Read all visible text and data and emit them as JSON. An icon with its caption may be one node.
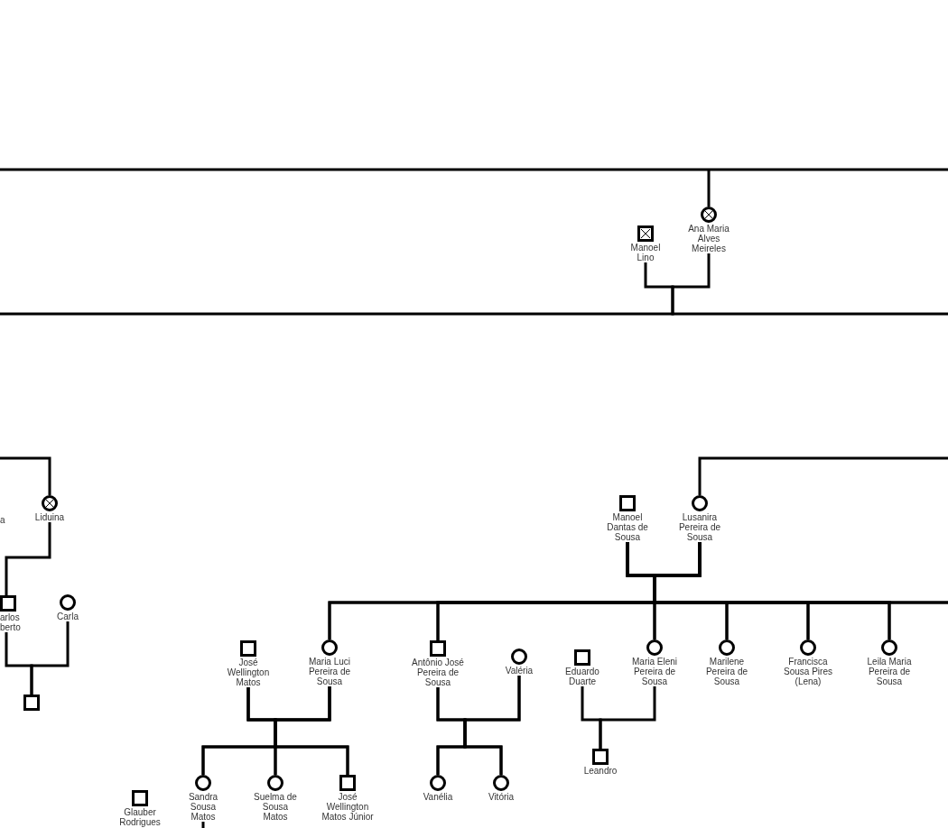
{
  "diagram": {
    "nodes": [
      {
        "text": [],
        "shape": "box",
        "beside": [
          "Manoel Lino"
        ]
      },
      {
        "text": [],
        "shape": "circle",
        "beside": [
          "Ana Maria Alves Meireles"
        ]
      },
      {
        "text": [],
        "shape": "circle",
        "beside": [
          "Liduina"
        ]
      },
      {
        "text": [],
        "shape": "box",
        "beside": [
          "Manoel Dantas de Sousa"
        ]
      },
      {
        "text": [],
        "shape": "circle",
        "beside": [
          "Lusanira Pereira de Sousa"
        ]
      },
      {
        "text": [],
        "shape": "box",
        "beside": [
          "arlos berto"
        ]
      },
      {
        "text": [],
        "shape": "circle",
        "beside": [
          "Carla"
        ]
      },
      {
        "text": [],
        "shape": "box",
        "beside": [
          "José Wellington Matos"
        ]
      },
      {
        "text": [],
        "shape": "circle",
        "beside": [
          "Maria Luci Pereira de Sousa"
        ]
      },
      {
        "text": [],
        "shape": "box",
        "beside": [
          "Antônio José Pereira de Sousa"
        ]
      },
      {
        "text": [],
        "shape": "circle",
        "beside": [
          "Valéria"
        ]
      },
      {
        "text": [],
        "shape": "box",
        "beside": [
          "Eduardo Duarte"
        ]
      },
      {
        "text": [],
        "shape": "circle",
        "beside": [
          "Maria Eleni Pereira de Sousa"
        ]
      },
      {
        "text": [],
        "shape": "circle",
        "beside": [
          "Marilene Pereira de Sousa"
        ]
      },
      {
        "text": [],
        "shape": "circle",
        "beside": [
          "Francisca Sousa Pires (Lena)"
        ]
      },
      {
        "text": [],
        "shape": "circle",
        "beside": [
          "Leila Maria Pereira de Sousa"
        ]
      },
      {
        "text": [],
        "shape": "box"
      },
      {
        "text": [],
        "shape": "box",
        "beside": [
          "Leandro"
        ]
      },
      {
        "text": [],
        "shape": "box",
        "beside": [
          "Glauber Rodrigues"
        ]
      },
      {
        "text": [],
        "shape": "circle",
        "beside": [
          "Sandra Sousa Matos"
        ]
      },
      {
        "text": [],
        "shape": "circle",
        "beside": [
          "Suelma de Sousa Matos"
        ]
      },
      {
        "text": [],
        "shape": "box",
        "beside": [
          "José Wellington Matos Júnior"
        ]
      },
      {
        "text": [],
        "shape": "circle",
        "beside": [
          "Vanélia"
        ]
      },
      {
        "text": [],
        "shape": "circle",
        "beside": [
          "Vitória"
        ]
      }
    ],
    "edges": [
      {
        "from": null,
        "to": 1,
        "arrow": "none"
      },
      {
        "from": 0,
        "to": null,
        "arrow": "none"
      },
      {
        "from": 1,
        "to": null,
        "arrow": "none"
      },
      {
        "from": null,
        "to": 2,
        "arrow": "none"
      },
      {
        "from": 2,
        "to": 5,
        "arrow": "none"
      },
      {
        "from": null,
        "to": 4,
        "arrow": "none"
      },
      {
        "from": 3,
        "to": 8,
        "arrow": "none"
      },
      {
        "from": 4,
        "to": 8,
        "arrow": "none"
      },
      {
        "from": 3,
        "to": 9,
        "arrow": "none"
      },
      {
        "from": 4,
        "to": 9,
        "arrow": "none"
      },
      {
        "from": 3,
        "to": 12,
        "arrow": "none"
      },
      {
        "from": 4,
        "to": 12,
        "arrow": "none"
      },
      {
        "from": 3,
        "to": 13,
        "arrow": "none"
      },
      {
        "from": 4,
        "to": 13,
        "arrow": "none"
      },
      {
        "from": 3,
        "to": 14,
        "arrow": "none"
      },
      {
        "from": 4,
        "to": 14,
        "arrow": "none"
      },
      {
        "from": 3,
        "to": 15,
        "arrow": "none"
      },
      {
        "from": 4,
        "to": 15,
        "arrow": "none"
      },
      {
        "from": 3,
        "to": null,
        "arrow": "none"
      },
      {
        "from": 4,
        "to": null,
        "arrow": "none"
      },
      {
        "from": 5,
        "to": 16,
        "arrow": "none"
      },
      {
        "from": 6,
        "to": 16,
        "arrow": "none"
      },
      {
        "from": 7,
        "to": 19,
        "arrow": "none"
      },
      {
        "from": 8,
        "to": 19,
        "arrow": "none"
      },
      {
        "from": 7,
        "to": 20,
        "arrow": "none"
      },
      {
        "from": 8,
        "to": 20,
        "arrow": "none"
      },
      {
        "from": 7,
        "to": 21,
        "arrow": "none"
      },
      {
        "from": 8,
        "to": 21,
        "arrow": "none"
      },
      {
        "from": 9,
        "to": 22,
        "arrow": "none"
      },
      {
        "from": 10,
        "to": 22,
        "arrow": "none"
      },
      {
        "from": 9,
        "to": 23,
        "arrow": "none"
      },
      {
        "from": 10,
        "to": 23,
        "arrow": "none"
      },
      {
        "from": 11,
        "to": 17,
        "arrow": "none"
      },
      {
        "from": 12,
        "to": 17,
        "arrow": "none"
      },
      {
        "from": 19,
        "to": null,
        "arrow": "none"
      }
    ],
    "labels": [
      "a"
    ]
  }
}
